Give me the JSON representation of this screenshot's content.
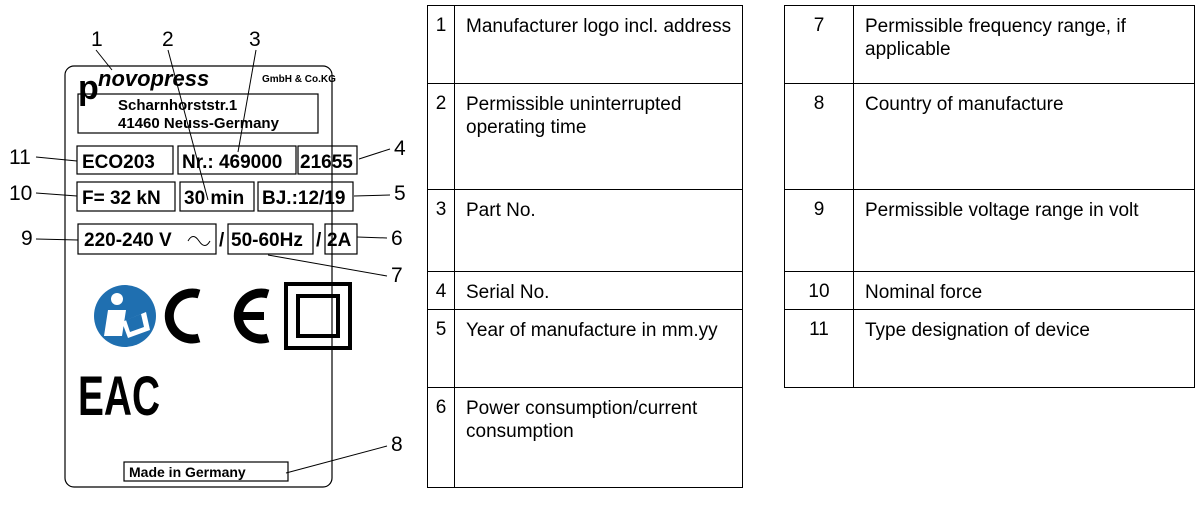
{
  "plate": {
    "logo_brand": "novopress",
    "logo_suffix": "GmbH & Co.KG",
    "address_street": "Scharnhorststr.1",
    "address_city": "41460 Neuss-Germany",
    "type_designation": "ECO203",
    "part_no": "Nr.: 469000",
    "serial_no": "21655",
    "force": "F= 32 kN",
    "operating_time": "30 min",
    "year": "BJ.:12/19",
    "voltage": "220-240 V",
    "frequency": "50-60Hz",
    "current": "2A",
    "separator": "/",
    "eac_mark": "EAC",
    "made_in": "Made in Germany",
    "callouts": [
      "1",
      "2",
      "3",
      "4",
      "5",
      "6",
      "7",
      "8",
      "9",
      "10",
      "11"
    ],
    "icons": [
      "read-manual-icon",
      "ce-mark-icon",
      "protection-class-2-icon",
      "eac-mark-icon",
      "ac-symbol-icon"
    ]
  },
  "legend_left": [
    {
      "num": "1",
      "text": "Manufacturer logo incl. address"
    },
    {
      "num": "2",
      "text": "Permissible uninterrupted operating time"
    },
    {
      "num": "3",
      "text": "Part No."
    },
    {
      "num": "4",
      "text": "Serial No."
    },
    {
      "num": "5",
      "text": "Year of manufacture in mm.yy"
    },
    {
      "num": "6",
      "text": "Power consumption/current consumption"
    }
  ],
  "legend_right": [
    {
      "num": "7",
      "text": "Permissible frequency range, if applicable"
    },
    {
      "num": "8",
      "text": "Country of manufacture"
    },
    {
      "num": "9",
      "text": "Permissible voltage range in volt"
    },
    {
      "num": "10",
      "text": "Nominal force"
    },
    {
      "num": "11",
      "text": "Type designation of device"
    }
  ]
}
